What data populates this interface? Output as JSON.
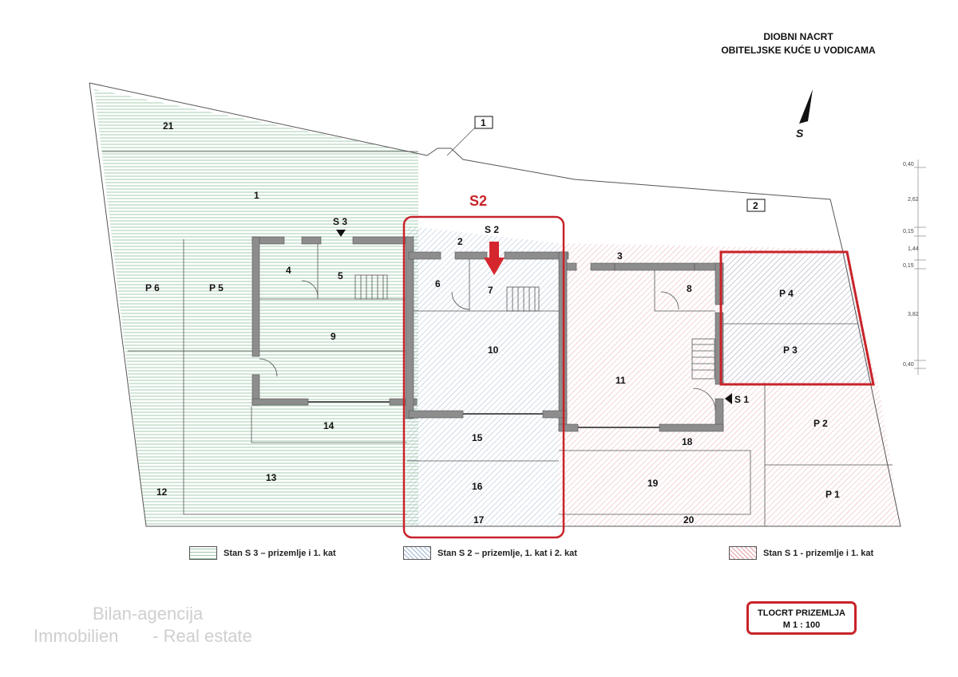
{
  "title": {
    "line1": "DIOBNI NACRT",
    "line2": "OBITELJSKE KUĆE U VODICAMA"
  },
  "north_label": "S",
  "unit_label": "S2",
  "markers": {
    "s3": "S 3",
    "s2": "S 2",
    "s1": "S 1",
    "box1": "1",
    "box2": "2"
  },
  "rooms": {
    "r1": "1",
    "r2": "2",
    "r3": "3",
    "r4": "4",
    "r5": "5",
    "r6": "6",
    "r7": "7",
    "r8": "8",
    "r9": "9",
    "r10": "10",
    "r11": "11",
    "r12": "12",
    "r13": "13",
    "r14": "14",
    "r15": "15",
    "r16": "16",
    "r17": "17",
    "r18": "18",
    "r19": "19",
    "r20": "20",
    "r21": "21",
    "p1": "P 1",
    "p2": "P 2",
    "p3": "P 3",
    "p4": "P 4",
    "p5": "P 5",
    "p6": "P 6"
  },
  "dimensions": [
    "0,40",
    "2,62",
    "0,15",
    "1,44",
    "0,15",
    "3,82",
    "0,40"
  ],
  "legend": [
    {
      "label": "Stan S 3 – prizemlje i 1. kat",
      "color": "#9cc9a8"
    },
    {
      "label": "Stan S 2 – prizemlje, 1. kat i 2. kat",
      "color": "#9db5d1"
    },
    {
      "label": "Stan S 1 - prizemlje i 1. kat",
      "color": "#e6a0a6"
    }
  ],
  "watermark": {
    "line1": "Bilan-agencija",
    "line2": "Immobilien       - Real estate"
  },
  "scale": {
    "line1": "TLOCRT PRIZEMLJA",
    "line2": "M 1 : 100"
  },
  "colors": {
    "highlight": "#c8232a",
    "green": "#9cc9a8",
    "blue": "#9db5d1",
    "red": "#e6a0a6",
    "wall": "#8d8d8d"
  }
}
